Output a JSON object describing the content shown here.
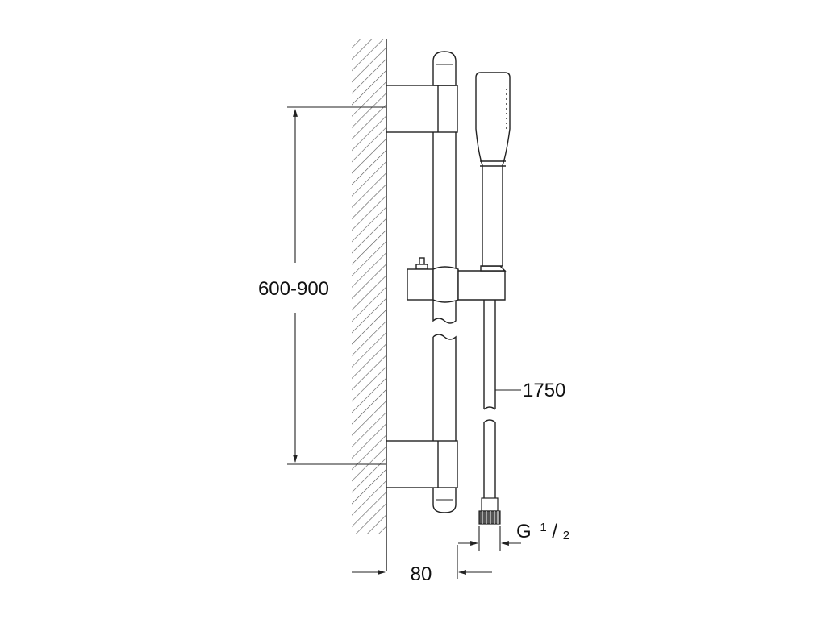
{
  "dimensions": {
    "height_range": "600-900",
    "hose_length": "1750",
    "wall_offset": "80",
    "thread": {
      "prefix": "G",
      "numerator": "1",
      "denominator": "2"
    }
  }
}
